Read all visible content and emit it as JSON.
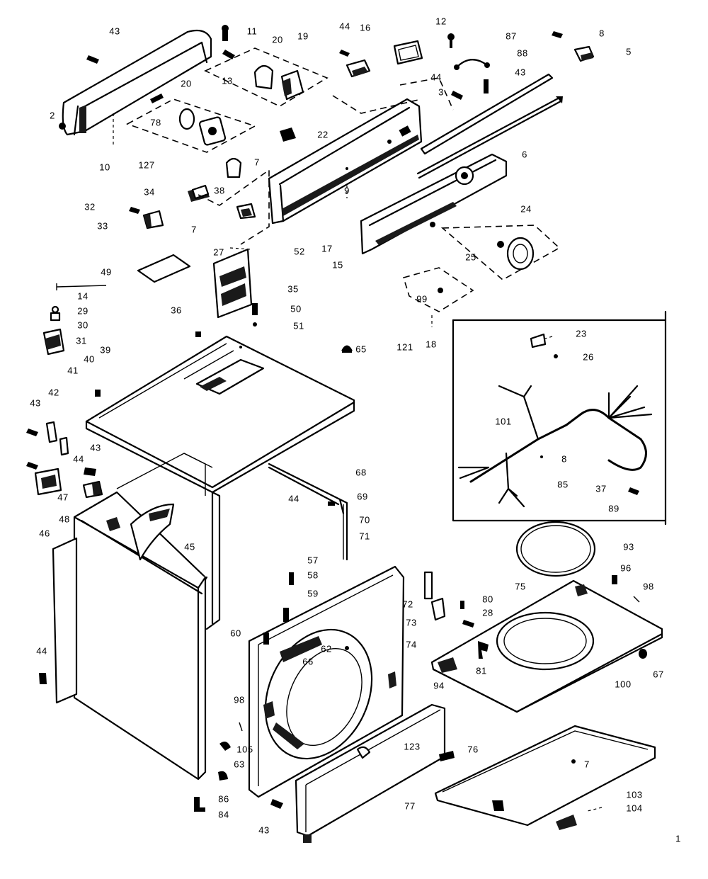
{
  "diagram": {
    "callouts": [
      {
        "id": "c43a",
        "text": "43"
      },
      {
        "id": "c11",
        "text": "11"
      },
      {
        "id": "c20a",
        "text": "20"
      },
      {
        "id": "c19",
        "text": "19"
      },
      {
        "id": "c44a",
        "text": "44"
      },
      {
        "id": "c16",
        "text": "16"
      },
      {
        "id": "c12",
        "text": "12"
      },
      {
        "id": "c87",
        "text": "87"
      },
      {
        "id": "c8a",
        "text": "8"
      },
      {
        "id": "c5",
        "text": "5"
      },
      {
        "id": "c88",
        "text": "88"
      },
      {
        "id": "c43b",
        "text": "43"
      },
      {
        "id": "c44b",
        "text": "44"
      },
      {
        "id": "c3",
        "text": "3"
      },
      {
        "id": "c13",
        "text": "13"
      },
      {
        "id": "c20b",
        "text": "20"
      },
      {
        "id": "c2",
        "text": "2"
      },
      {
        "id": "c78",
        "text": "78"
      },
      {
        "id": "c22",
        "text": "22"
      },
      {
        "id": "c7a",
        "text": "7"
      },
      {
        "id": "c6",
        "text": "6"
      },
      {
        "id": "c10",
        "text": "10"
      },
      {
        "id": "c127",
        "text": "127"
      },
      {
        "id": "c34",
        "text": "34"
      },
      {
        "id": "c38",
        "text": "38"
      },
      {
        "id": "c9",
        "text": "9"
      },
      {
        "id": "c24",
        "text": "24"
      },
      {
        "id": "c32",
        "text": "32"
      },
      {
        "id": "c33",
        "text": "33"
      },
      {
        "id": "c7b",
        "text": "7"
      },
      {
        "id": "c52",
        "text": "52"
      },
      {
        "id": "c17",
        "text": "17"
      },
      {
        "id": "c15",
        "text": "15"
      },
      {
        "id": "c25",
        "text": "25"
      },
      {
        "id": "c27",
        "text": "27"
      },
      {
        "id": "c49",
        "text": "49"
      },
      {
        "id": "c14",
        "text": "14"
      },
      {
        "id": "c35",
        "text": "35"
      },
      {
        "id": "c50",
        "text": "50"
      },
      {
        "id": "c99",
        "text": "99"
      },
      {
        "id": "c29",
        "text": "29"
      },
      {
        "id": "c30",
        "text": "30"
      },
      {
        "id": "c36",
        "text": "36"
      },
      {
        "id": "c51",
        "text": "51"
      },
      {
        "id": "c121",
        "text": "121"
      },
      {
        "id": "c18",
        "text": "18"
      },
      {
        "id": "c23",
        "text": "23"
      },
      {
        "id": "c26",
        "text": "26"
      },
      {
        "id": "c31",
        "text": "31"
      },
      {
        "id": "c39",
        "text": "39"
      },
      {
        "id": "c40",
        "text": "40"
      },
      {
        "id": "c65",
        "text": "65"
      },
      {
        "id": "c41",
        "text": "41"
      },
      {
        "id": "c42",
        "text": "42"
      },
      {
        "id": "c101",
        "text": "101"
      },
      {
        "id": "c43c",
        "text": "43"
      },
      {
        "id": "c8b",
        "text": "8"
      },
      {
        "id": "c43d",
        "text": "43"
      },
      {
        "id": "c44c",
        "text": "44"
      },
      {
        "id": "c85",
        "text": "85"
      },
      {
        "id": "c37",
        "text": "37"
      },
      {
        "id": "c89",
        "text": "89"
      },
      {
        "id": "c68",
        "text": "68"
      },
      {
        "id": "c69",
        "text": "69"
      },
      {
        "id": "c47",
        "text": "47"
      },
      {
        "id": "c44d",
        "text": "44"
      },
      {
        "id": "c70",
        "text": "70"
      },
      {
        "id": "c71",
        "text": "71"
      },
      {
        "id": "c46",
        "text": "46"
      },
      {
        "id": "c48",
        "text": "48"
      },
      {
        "id": "c45",
        "text": "45"
      },
      {
        "id": "c93",
        "text": "93"
      },
      {
        "id": "c57",
        "text": "57"
      },
      {
        "id": "c58",
        "text": "58"
      },
      {
        "id": "c59",
        "text": "59"
      },
      {
        "id": "c96",
        "text": "96"
      },
      {
        "id": "c98a",
        "text": "98"
      },
      {
        "id": "c75",
        "text": "75"
      },
      {
        "id": "c72",
        "text": "72"
      },
      {
        "id": "c80",
        "text": "80"
      },
      {
        "id": "c28",
        "text": "28"
      },
      {
        "id": "c73",
        "text": "73"
      },
      {
        "id": "c60",
        "text": "60"
      },
      {
        "id": "c62",
        "text": "62"
      },
      {
        "id": "c74",
        "text": "74"
      },
      {
        "id": "c66",
        "text": "66"
      },
      {
        "id": "c81",
        "text": "81"
      },
      {
        "id": "c67",
        "text": "67"
      },
      {
        "id": "c44e",
        "text": "44"
      },
      {
        "id": "c100",
        "text": "100"
      },
      {
        "id": "c98b",
        "text": "98"
      },
      {
        "id": "c94",
        "text": "94"
      },
      {
        "id": "c105",
        "text": "105"
      },
      {
        "id": "c123",
        "text": "123"
      },
      {
        "id": "c76",
        "text": "76"
      },
      {
        "id": "c7c",
        "text": "7"
      },
      {
        "id": "c63",
        "text": "63"
      },
      {
        "id": "c86",
        "text": "86"
      },
      {
        "id": "c77",
        "text": "77"
      },
      {
        "id": "c103",
        "text": "103"
      },
      {
        "id": "c104",
        "text": "104"
      },
      {
        "id": "c84",
        "text": "84"
      },
      {
        "id": "c43e",
        "text": "43"
      },
      {
        "id": "c1",
        "text": "1"
      }
    ]
  }
}
